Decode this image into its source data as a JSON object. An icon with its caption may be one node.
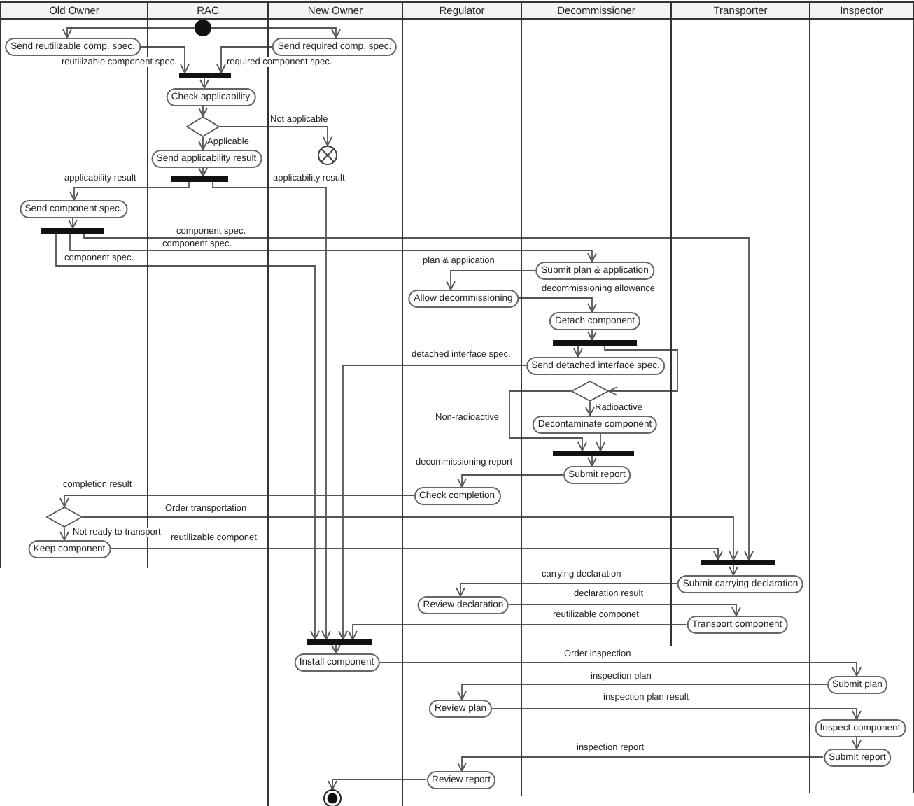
{
  "diagram": {
    "nodes": [
      {
        "text": [
          "Old Owner"
        ]
      },
      {
        "text": [
          "RAC"
        ]
      },
      {
        "text": [
          "New Owner"
        ]
      },
      {
        "text": [
          "Regulator"
        ]
      },
      {
        "text": [
          "Decommissioner"
        ]
      },
      {
        "text": [
          "Transporter"
        ]
      },
      {
        "text": [
          "Inspector"
        ]
      },
      {
        "text": [],
        "shape": "circle",
        "in": 1
      },
      {
        "text": [
          "Send reutilizable comp. spec."
        ],
        "in": 0
      },
      {
        "text": [
          "Send required comp. spec."
        ],
        "in": 2
      },
      {
        "text": [],
        "shape": "bar",
        "in": 1
      },
      {
        "text": [
          "Check applicability"
        ],
        "in": 1
      },
      {
        "text": [],
        "shape": "diamond",
        "in": 1
      },
      {
        "text": [],
        "shape": "circle",
        "in": 2
      },
      {
        "text": [
          "Send applicability result"
        ],
        "in": 1
      },
      {
        "text": [],
        "shape": "bar",
        "in": 1
      },
      {
        "text": [
          "Send component spec."
        ],
        "in": 0
      },
      {
        "text": [],
        "shape": "bar",
        "in": 0
      },
      {
        "text": [
          "Submit plan & application"
        ],
        "in": 4
      },
      {
        "text": [
          "Allow decommissioning"
        ],
        "in": 3
      },
      {
        "text": [
          "Detach component"
        ],
        "in": 4
      },
      {
        "text": [],
        "shape": "bar",
        "in": 4
      },
      {
        "text": [
          "Send detached interface spec."
        ],
        "in": 4
      },
      {
        "text": [],
        "shape": "diamond",
        "in": 4
      },
      {
        "text": [
          "Decontaminate component"
        ],
        "in": 4
      },
      {
        "text": [],
        "shape": "bar",
        "in": 4
      },
      {
        "text": [
          "Submit report"
        ],
        "in": 4
      },
      {
        "text": [
          "Check completion"
        ],
        "in": 3
      },
      {
        "text": [],
        "shape": "diamond",
        "in": 0
      },
      {
        "text": [
          "Keep component"
        ],
        "in": 0
      },
      {
        "text": [],
        "shape": "bar",
        "in": 5
      },
      {
        "text": [
          "Submit carrying declaration"
        ],
        "in": 5
      },
      {
        "text": [
          "Review declaration"
        ],
        "in": 3
      },
      {
        "text": [
          "Transport component"
        ],
        "in": 5
      },
      {
        "text": [],
        "shape": "bar",
        "in": 2
      },
      {
        "text": [
          "Install component"
        ],
        "in": 2
      },
      {
        "text": [
          "Submit plan"
        ],
        "in": 6
      },
      {
        "text": [
          "Review plan"
        ],
        "in": 3
      },
      {
        "text": [
          "Inspect component"
        ],
        "in": 6
      },
      {
        "text": [
          "Submit report"
        ],
        "in": 6
      },
      {
        "text": [
          "Review report"
        ],
        "in": 3
      },
      {
        "text": [],
        "shape": "circle",
        "in": 2
      }
    ],
    "edges": [
      {
        "from": 7,
        "to": 8,
        "arrow": "to"
      },
      {
        "from": 7,
        "to": 9,
        "arrow": "to"
      },
      {
        "from": 8,
        "to": 10,
        "arrow": "to",
        "label": "reutilizable component spec."
      },
      {
        "from": 9,
        "to": 10,
        "arrow": "to",
        "label": "required component spec."
      },
      {
        "from": 10,
        "to": 11,
        "arrow": "to"
      },
      {
        "from": 11,
        "to": 12,
        "arrow": "to"
      },
      {
        "from": 12,
        "to": 14,
        "arrow": "to",
        "label": "Applicable"
      },
      {
        "from": 12,
        "to": 13,
        "arrow": "to",
        "label": "Not applicable"
      },
      {
        "from": 14,
        "to": 15,
        "arrow": "to"
      },
      {
        "from": 15,
        "to": 16,
        "arrow": "to",
        "label": "applicability result"
      },
      {
        "from": 15,
        "to": 34,
        "arrow": "to",
        "label": "applicability result"
      },
      {
        "from": 16,
        "to": 17,
        "arrow": "to"
      },
      {
        "from": 17,
        "to": 30,
        "arrow": "to",
        "label": "component spec."
      },
      {
        "from": 17,
        "to": 18,
        "arrow": "to",
        "label": "component spec."
      },
      {
        "from": 17,
        "to": 34,
        "arrow": "to",
        "label": "component spec."
      },
      {
        "from": 18,
        "to": 19,
        "arrow": "to",
        "label": "plan & application"
      },
      {
        "from": 19,
        "to": 20,
        "arrow": "to",
        "label": "decommissioning allowance"
      },
      {
        "from": 20,
        "to": 21,
        "arrow": "to"
      },
      {
        "from": 21,
        "to": 22,
        "arrow": "to"
      },
      {
        "from": 21,
        "to": 23,
        "arrow": "to"
      },
      {
        "from": 22,
        "to": 34,
        "arrow": "to",
        "label": "detached interface spec."
      },
      {
        "from": 23,
        "to": 24,
        "arrow": "to",
        "label": "Radioactive"
      },
      {
        "from": 23,
        "to": 25,
        "arrow": "to",
        "label": "Non-radioactive"
      },
      {
        "from": 24,
        "to": 25,
        "arrow": "to"
      },
      {
        "from": 25,
        "to": 26,
        "arrow": "to"
      },
      {
        "from": 26,
        "to": 27,
        "arrow": "to",
        "label": "decommissioning report"
      },
      {
        "from": 27,
        "to": 28,
        "arrow": "to",
        "label": "completion result"
      },
      {
        "from": 28,
        "to": 29,
        "arrow": "to",
        "label": "Not ready to transport"
      },
      {
        "from": 28,
        "to": 30,
        "arrow": "to",
        "label": "Order transportation"
      },
      {
        "from": 29,
        "to": 30,
        "arrow": "to",
        "label": "reutilizable componet"
      },
      {
        "from": 30,
        "to": 31,
        "arrow": "to"
      },
      {
        "from": 31,
        "to": 32,
        "arrow": "to",
        "label": "carrying declaration"
      },
      {
        "from": 32,
        "to": 33,
        "arrow": "to",
        "label": "declaration result"
      },
      {
        "from": 33,
        "to": 34,
        "arrow": "to",
        "label": "reutilizable componet"
      },
      {
        "from": 34,
        "to": 35,
        "arrow": "to"
      },
      {
        "from": 35,
        "to": 36,
        "arrow": "to",
        "label": "Order inspection"
      },
      {
        "from": 36,
        "to": 37,
        "arrow": "to",
        "label": "inspection plan"
      },
      {
        "from": 37,
        "to": 38,
        "arrow": "to",
        "label": "inspection plan result"
      },
      {
        "from": 38,
        "to": 39,
        "arrow": "to"
      },
      {
        "from": 39,
        "to": 40,
        "arrow": "to",
        "label": "inspection report"
      },
      {
        "from": 40,
        "to": 41,
        "arrow": "to"
      }
    ]
  }
}
